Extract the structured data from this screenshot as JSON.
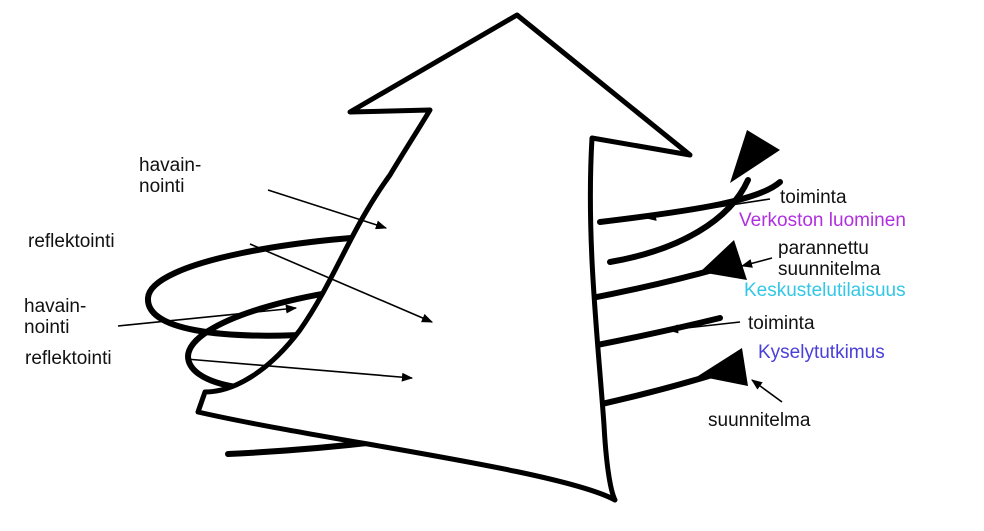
{
  "labels": {
    "left": {
      "havainnointi_1": [
        "havain-",
        "nointi"
      ],
      "reflektointi_1": "reflektointi",
      "havainnointi_2": [
        "havain-",
        "nointi"
      ],
      "reflektointi_2": "reflektointi"
    },
    "right": {
      "toiminta_1": "toiminta",
      "verkoston": "Verkoston luominen",
      "parannettu": [
        "parannettu",
        "suunnitelma"
      ],
      "keskustelu": "Keskustelutilaisuus",
      "toiminta_2": "toiminta",
      "kysely": "Kyselytutkimus",
      "suunnitelma": "suunnitelma"
    }
  },
  "colors": {
    "ink": "#000000",
    "verkoston": "#b030e0",
    "keskustelu": "#33c7e6",
    "kysely": "#4a3fd8"
  }
}
